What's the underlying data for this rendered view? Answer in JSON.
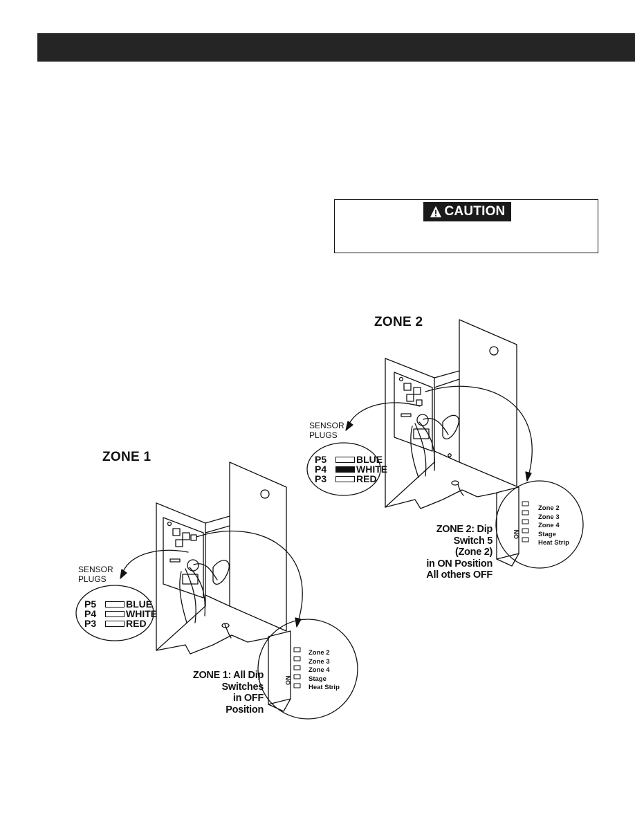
{
  "caution": {
    "label": "CAUTION",
    "icon": "warning-triangle-icon"
  },
  "zone2": {
    "title": "ZONE 2",
    "sensor_label_line1": "SENSOR",
    "sensor_label_line2": "PLUGS",
    "plugs": [
      {
        "id": "P5",
        "color": "BLUE",
        "filled": false
      },
      {
        "id": "P4",
        "color": "WHITE",
        "filled": true
      },
      {
        "id": "P3",
        "color": "RED",
        "filled": false
      }
    ],
    "dip_labels": [
      "Zone 2",
      "Zone 3",
      "Zone 4",
      "Stage",
      "Heat Strip"
    ],
    "dip_on": "ON",
    "caption_lines": [
      "ZONE 2: Dip",
      "Switch 5",
      "(Zone 2)",
      "in ON Position",
      "All others OFF"
    ]
  },
  "zone1": {
    "title": "ZONE 1",
    "sensor_label_line1": "SENSOR",
    "sensor_label_line2": "PLUGS",
    "plugs": [
      {
        "id": "P5",
        "color": "BLUE",
        "filled": false
      },
      {
        "id": "P4",
        "color": "WHITE",
        "filled": false
      },
      {
        "id": "P3",
        "color": "RED",
        "filled": false
      }
    ],
    "dip_labels": [
      "Zone 2",
      "Zone 3",
      "Zone 4",
      "Stage",
      "Heat Strip"
    ],
    "dip_on": "ON",
    "caption_lines": [
      "ZONE 1: All Dip",
      "Switches",
      "in OFF",
      "Position"
    ]
  }
}
